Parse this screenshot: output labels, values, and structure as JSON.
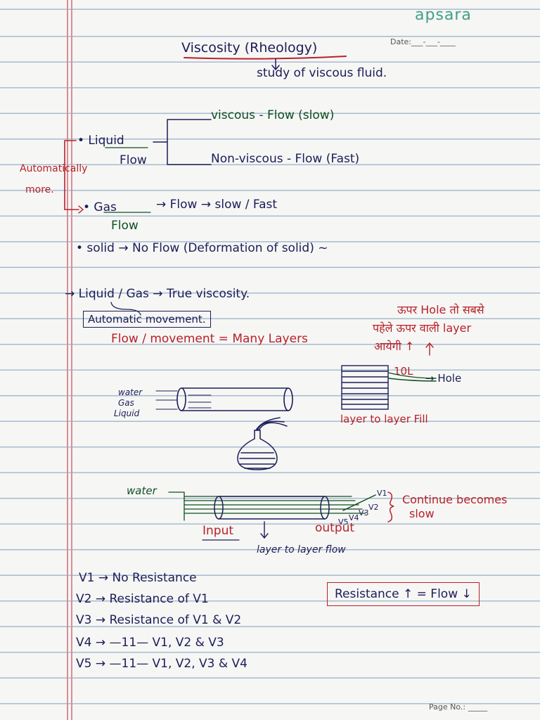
{
  "header": {
    "brand": "apsara",
    "date_label": "Date:___-___-____",
    "page_label": "Page No.: _____"
  },
  "notes": {
    "title": "Viscosity (Rheology)",
    "subtitle": "study of viscous fluid.",
    "liquid": "• Liquid",
    "liquid_flow": "Flow",
    "viscous": "viscous - Flow (slow)",
    "non_viscous": "Non-viscous - Flow (Fast)",
    "automatically": "Automatically",
    "more": "more.",
    "gas": "• Gas",
    "gas_arrow": "→ Flow → slow / Fast",
    "gas_flow": "Flow",
    "solid": "• solid → No Flow (Deformation of solid) ~",
    "liquid_gas": "→ Liquid / Gas → True viscosity.",
    "automatic_movement": "Automatic movement.",
    "flow_movement": "Flow / movement = Many Layers",
    "hindi_line1": "ऊपर Hole तो सबसे",
    "hindi_line2": "पहेले ऊपर वाली layer",
    "hindi_line3": "आयेगी ↑",
    "label_10l": "10L",
    "label_hole": "→ Hole",
    "layer_fill": "layer to layer Fill",
    "pipe_labels": [
      "water",
      "Gas",
      "Liquid"
    ],
    "water2": "water",
    "v1": "V1",
    "v2": "V2",
    "v3": "V3",
    "v4": "V4",
    "v5": "V5",
    "continue_becomes": "Continue becomes",
    "slow": "slow",
    "input": "Input",
    "output": "output",
    "layer_flow": "layer to layer flow",
    "v_list": [
      "V1 → No Resistance",
      "V2 → Resistance of V1",
      "V3 → Resistance of V1 & V2",
      "V4 → —11— V1, V2 & V3",
      "V5 → —11— V1, V2, V3 & V4"
    ],
    "resistance_box": "Resistance ↑ = Flow ↓"
  }
}
